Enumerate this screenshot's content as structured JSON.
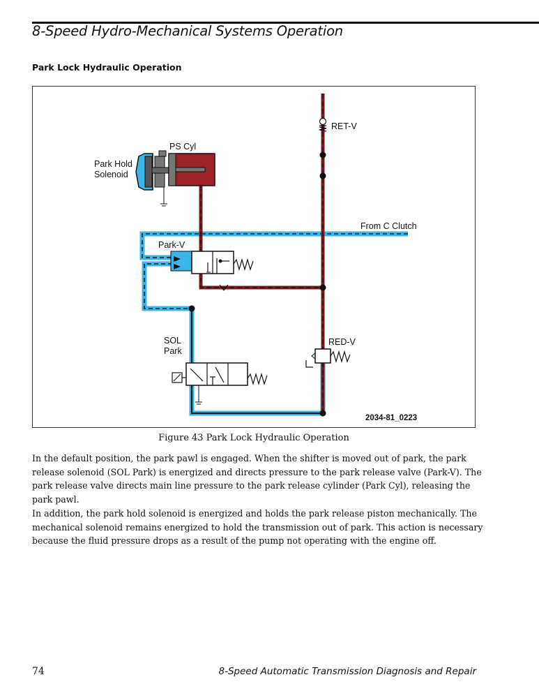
{
  "header": {
    "title": "8-Speed Hydro-Mechanical Systems Operation"
  },
  "section": {
    "heading": "Park Lock Hydraulic Operation"
  },
  "figure": {
    "labels": {
      "ret_v": "RET-V",
      "ps_cyl": "PS Cyl",
      "park_hold_line1": "Park Hold",
      "park_hold_line2": "Solenoid",
      "from_c_clutch": "From C Clutch",
      "park_v": "Park-V",
      "sol_line1": "SOL",
      "sol_line2": "Park",
      "red_v": "RED-V",
      "code": "2034-81_0223"
    },
    "colors": {
      "main_line": "#7a1a1a",
      "clutch_line": "#3cb4e6",
      "cylinder": "#9b2226",
      "solenoid": "#3cb4e6"
    },
    "caption": "Figure 43  Park Lock Hydraulic Operation"
  },
  "body": {
    "paragraph1": "In the default position, the park pawl is engaged.  When the shifter is moved out of park, the park release solenoid (SOL Park) is energized and directs pressure to the park release valve (Park-V). The park release valve directs main line pressure to the park release cylinder (Park Cyl), releasing the park pawl.",
    "paragraph2": "In addition, the park hold solenoid is energized and holds the park release piston mechanically. The mechanical solenoid remains energized to hold the transmission out of park.  This action is necessary because the fluid pressure drops as a result of the pump not operating with the engine off."
  },
  "footer": {
    "page_number": "74",
    "title": "8-Speed Automatic Transmission Diagnosis and Repair"
  }
}
